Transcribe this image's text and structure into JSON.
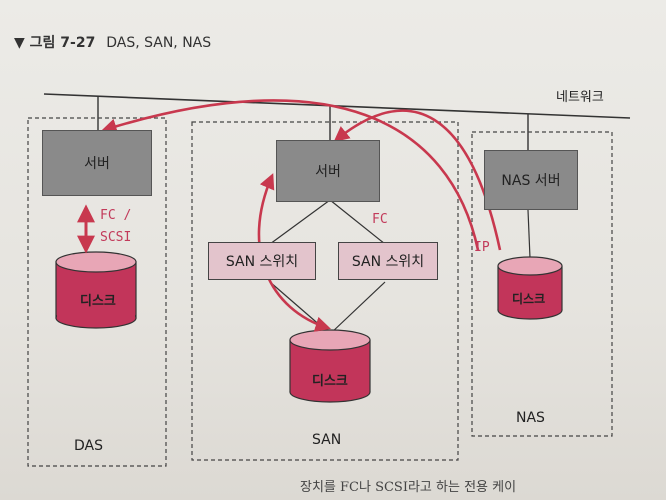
{
  "figure": {
    "marker": "▼",
    "number": "그림 7-27",
    "caption": "DAS, SAN, NAS"
  },
  "network_label": "네트워크",
  "das": {
    "server": "서버",
    "link": [
      "FC /",
      "SCSI"
    ],
    "disk": "디스크",
    "label": "DAS"
  },
  "san": {
    "server": "서버",
    "fc_label": "FC",
    "switches": [
      "SAN 스위치",
      "SAN 스위치"
    ],
    "disk": "디스크",
    "label": "SAN"
  },
  "nas": {
    "server": "NAS 서버",
    "ip_label": "IP",
    "disk": "디스크",
    "label": "NAS"
  },
  "footer": "장치를 FC나 SCSI라고 하는 전용 케이",
  "colors": {
    "disk": "#c2355a",
    "disk_top": "#e8a6b6",
    "arrow": "#c8384e",
    "server": "#8a8a8a",
    "switch": "#e3c4cc"
  }
}
